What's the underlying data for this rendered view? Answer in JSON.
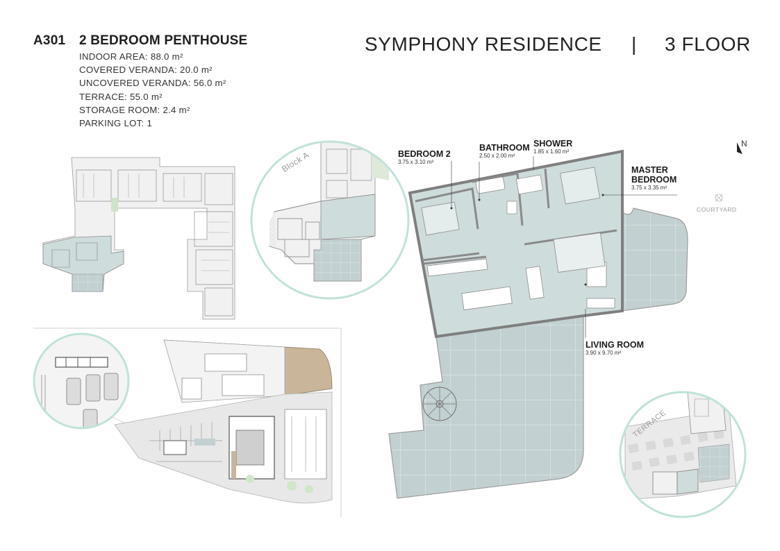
{
  "unit": {
    "code": "A301",
    "title": "2 BEDROOM PENTHOUSE",
    "specs": [
      "INDOOR AREA: 88.0 m²",
      "COVERED VERANDA: 20.0 m²",
      "UNCOVERED VERANDA: 56.0 m²",
      "TERRACE: 55.0 m²",
      "STORAGE ROOM: 2.4 m²",
      "PARKING LOT: 1"
    ]
  },
  "header": {
    "project": "SYMPHONY RESIDENCE",
    "separator": "|",
    "floor": "3 FLOOR"
  },
  "rooms": {
    "bedroom2": {
      "name": "BEDROOM 2",
      "dim": "3.75 x 3.10 m²"
    },
    "bathroom": {
      "name": "BATHROOM",
      "dim": "2.50 x 2.00 m²"
    },
    "shower": {
      "name": "SHOWER",
      "dim": "1.85 x 1.60 m²"
    },
    "master": {
      "name": "MASTER",
      "name2": "BEDROOM",
      "dim": "3.75 x 3.35 m²"
    },
    "living": {
      "name": "LIVING ROOM",
      "dim": "3.90 x 9.70 m²"
    }
  },
  "labels": {
    "courtyard": "COURTYARD",
    "north": "N",
    "block": "Block A",
    "terrace": "TERRACE"
  },
  "colors": {
    "interior": "#cfdcdc",
    "veranda": "#c3d0d2",
    "circle_outline": "#bfe3d8",
    "wall": "#8a8a8a",
    "site_roof": "#c9b69a"
  }
}
